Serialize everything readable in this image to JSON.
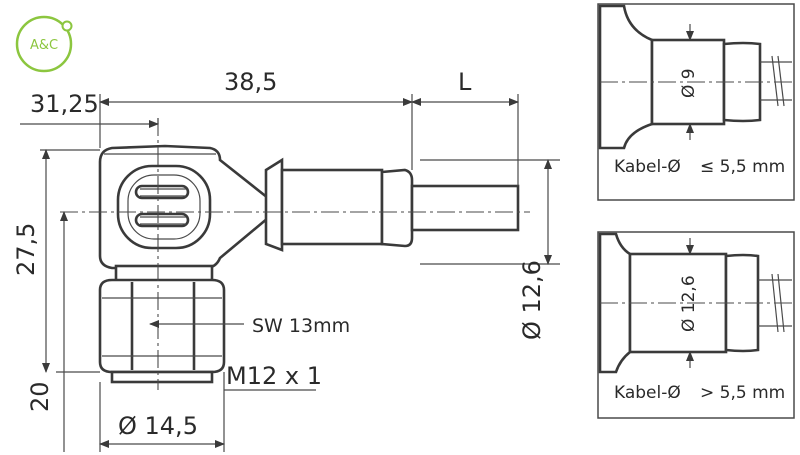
{
  "logo": {
    "text": "A&C",
    "color": "#8cc63f"
  },
  "dimensions": {
    "d_31_25": "31,25",
    "d_38_5": "38,5",
    "d_L": "L",
    "d_27_5": "27,5",
    "d_20": "20",
    "d_sw": "SW 13mm",
    "d_thread": "M12 x 1",
    "d_dia_14_5": "Ø 14,5",
    "d_dia_12_6": "Ø 12,6"
  },
  "detail_small_cable": {
    "diameter": "Ø 9",
    "label": "Kabel-Ø",
    "condition": "≤ 5,5 mm"
  },
  "detail_large_cable": {
    "diameter": "Ø 12,6",
    "label": "Kabel-Ø",
    "condition": "> 5,5 mm"
  }
}
